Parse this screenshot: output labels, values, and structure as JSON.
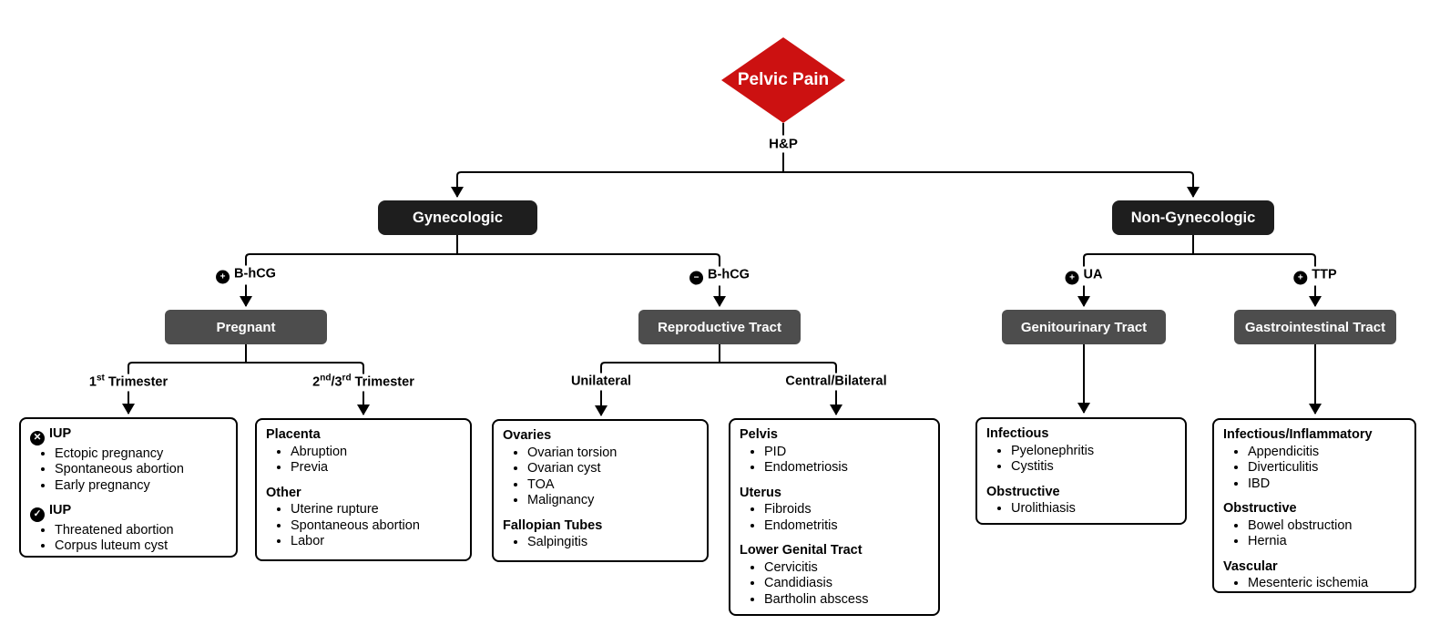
{
  "root": {
    "label": "Pelvic Pain"
  },
  "trunk": {
    "label": "H&P"
  },
  "icons": {
    "plus_glyph": "+",
    "minus_glyph": "−",
    "x_glyph": "✕",
    "check_glyph": "✓"
  },
  "colors": {
    "root_red": "#CC1111",
    "category_black": "#1E1E1E",
    "subcategory_gray": "#4D4D4D",
    "line_black": "#000000"
  },
  "category_nodes": {
    "gynecologic": "Gynecologic",
    "non_gynecologic": "Non-Gynecologic"
  },
  "subcategory_nodes": {
    "pregnant": "Pregnant",
    "reproductive_tract": "Reproductive Tract",
    "genitourinary_tract": "Genitourinary Tract",
    "gastrointestinal_tract": "Gastrointestinal Tract"
  },
  "edge_labels": {
    "bhcg_pos": {
      "icon": "plus-circle",
      "text": "B-hCG"
    },
    "bhcg_neg": {
      "icon": "minus-circle",
      "text": "B-hCG"
    },
    "ua": {
      "icon": "plus-circle",
      "text": "UA"
    },
    "ttp": {
      "icon": "plus-circle",
      "text": "TTP"
    },
    "trimester1": {
      "num": "1",
      "sup": "st",
      "rest": "Trimester"
    },
    "trimester23": {
      "num2": "2",
      "sup2": "nd",
      "slash3": "/3",
      "sup3": "rd",
      "rest": "Trimester"
    },
    "unilateral": "Unilateral",
    "central_bilateral": "Central/Bilateral"
  },
  "leaf_boxes": {
    "trimester1": {
      "sections": [
        {
          "icon": "x-circle",
          "title": "IUP",
          "items": [
            "Ectopic pregnancy",
            "Spontaneous abortion",
            "Early pregnancy"
          ]
        },
        {
          "icon": "check-circle",
          "title": "IUP",
          "items": [
            "Threatened abortion",
            "Corpus luteum cyst"
          ]
        }
      ]
    },
    "trimester23": {
      "sections": [
        {
          "title": "Placenta",
          "items": [
            "Abruption",
            "Previa"
          ]
        },
        {
          "title": "Other",
          "items": [
            "Uterine rupture",
            "Spontaneous abortion",
            "Labor"
          ]
        }
      ]
    },
    "unilateral": {
      "sections": [
        {
          "title": "Ovaries",
          "items": [
            "Ovarian torsion",
            "Ovarian cyst",
            "TOA",
            "Malignancy"
          ]
        },
        {
          "title": "Fallopian Tubes",
          "items": [
            "Salpingitis"
          ]
        }
      ]
    },
    "central_bilateral": {
      "sections": [
        {
          "title": "Pelvis",
          "items": [
            "PID",
            "Endometriosis"
          ]
        },
        {
          "title": "Uterus",
          "items": [
            "Fibroids",
            "Endometritis"
          ]
        },
        {
          "title": "Lower Genital Tract",
          "items": [
            "Cervicitis",
            "Candidiasis",
            "Bartholin abscess"
          ]
        }
      ]
    },
    "genitourinary": {
      "sections": [
        {
          "title": "Infectious",
          "items": [
            "Pyelonephritis",
            "Cystitis"
          ]
        },
        {
          "title": "Obstructive",
          "items": [
            "Urolithiasis"
          ]
        }
      ]
    },
    "gastrointestinal": {
      "sections": [
        {
          "title": "Infectious/Inflammatory",
          "items": [
            "Appendicitis",
            "Diverticulitis",
            "IBD"
          ]
        },
        {
          "title": "Obstructive",
          "items": [
            "Bowel obstruction",
            "Hernia"
          ]
        },
        {
          "title": "Vascular",
          "items": [
            "Mesenteric ischemia"
          ]
        }
      ]
    }
  }
}
